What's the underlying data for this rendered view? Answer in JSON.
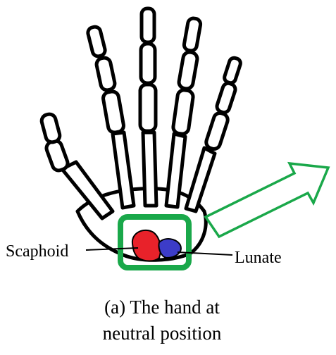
{
  "labels": {
    "scaphoid": "Scaphoid",
    "lunate": "Lunate"
  },
  "caption": {
    "line1": "(a) The hand at",
    "line2": "neutral position"
  },
  "colors": {
    "scaphoid": "#e8222a",
    "lunate": "#3c3cc8",
    "highlight_box": "#1aa84a",
    "arrow": "#1aa84a",
    "bone_outline": "#000000",
    "bone_fill": "#ffffff"
  },
  "icons": {
    "arrow": "direction-arrow-icon"
  }
}
